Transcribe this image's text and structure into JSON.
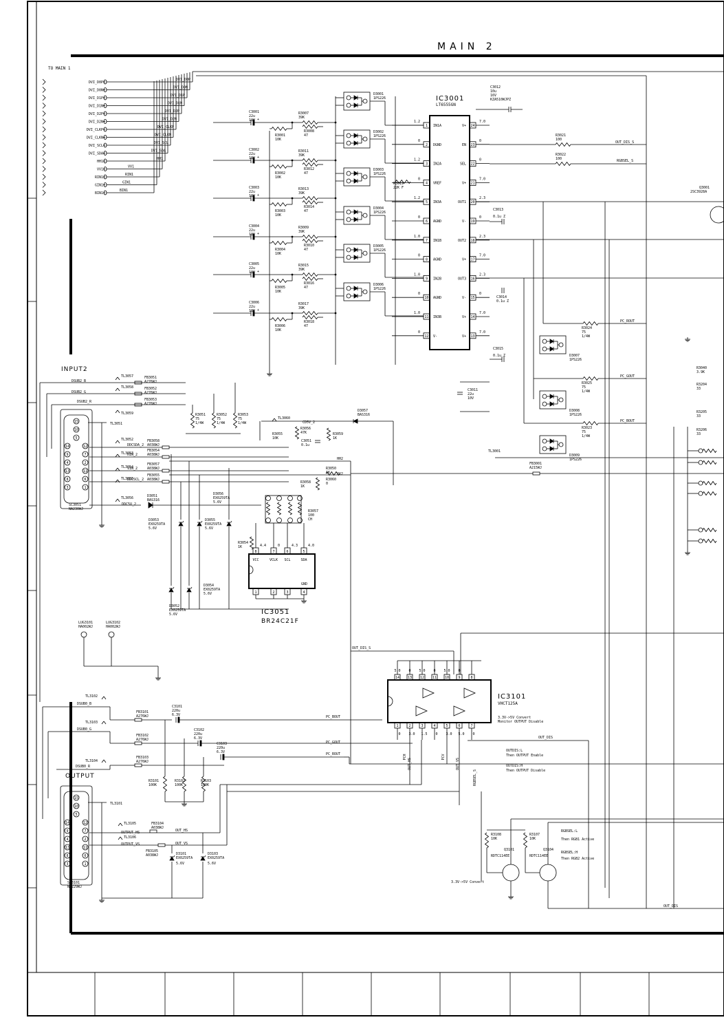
{
  "sheet": {
    "title": "MAIN 2",
    "to_main_label": "TO MAIN 1",
    "input_section": "INPUT2",
    "output_section": "OUTPUT"
  },
  "bus_signals": [
    "DVI_D0P",
    "DVI_D0N",
    "DVI_D1P",
    "DVI_D1N",
    "DVI_D2P",
    "DVI_D2N",
    "DVI_CLKP",
    "DVI_CLKN",
    "DVI_SCL",
    "DVI_SDA",
    "HH1",
    "VV1",
    "RIN1",
    "GIN1",
    "BIN1"
  ],
  "bus_inner_labels": [
    "DVI_D0P",
    "DVI_D0N",
    "DVI_D1P",
    "DVI_D1N",
    "DVI_D2P",
    "DVI_D2N",
    "DVI_CLKP",
    "DVI_CLKN",
    "DVI_SCL",
    "DVI_SDA",
    "HH1",
    "VV1",
    "RIN1",
    "GIN1",
    "BIN1"
  ],
  "ic3001": {
    "ref": "IC3001",
    "part": "LT6555GN",
    "left_pins": [
      {
        "num": "1",
        "name": "IN1A",
        "v": "1.2"
      },
      {
        "num": "2",
        "name": "DGND",
        "v": "0"
      },
      {
        "num": "3",
        "name": "IN2A",
        "v": "1.2"
      },
      {
        "num": "4",
        "name": "VREF",
        "v": "0"
      },
      {
        "num": "5",
        "name": "IN3A",
        "v": "1.2"
      },
      {
        "num": "6",
        "name": "AGND",
        "v": "0"
      },
      {
        "num": "7",
        "name": "IN1B",
        "v": "1.0"
      },
      {
        "num": "8",
        "name": "AGND",
        "v": "0"
      },
      {
        "num": "9",
        "name": "IN2B",
        "v": "1.0"
      },
      {
        "num": "10",
        "name": "AGND",
        "v": "0"
      },
      {
        "num": "11",
        "name": "IN3B",
        "v": "1.0"
      },
      {
        "num": "12",
        "name": "V-",
        "v": "0"
      }
    ],
    "right_pins": [
      {
        "num": "24",
        "name": "V+",
        "v": "7.0"
      },
      {
        "num": "23",
        "name": "EN",
        "v": "0"
      },
      {
        "num": "22",
        "name": "SEL",
        "v": "0"
      },
      {
        "num": "21",
        "name": "V+",
        "v": "7.0"
      },
      {
        "num": "20",
        "name": "OUT1",
        "v": "2.3"
      },
      {
        "num": "19",
        "name": "V-",
        "v": "0"
      },
      {
        "num": "18",
        "name": "OUT2",
        "v": "2.3"
      },
      {
        "num": "17",
        "name": "V+",
        "v": "7.0"
      },
      {
        "num": "16",
        "name": "OUT3",
        "v": "2.3"
      },
      {
        "num": "15",
        "name": "V-",
        "v": "0"
      },
      {
        "num": "14",
        "name": "V+",
        "v": "7.0"
      },
      {
        "num": "13",
        "name": "V+",
        "v": "7.0"
      }
    ]
  },
  "input_caps": [
    {
      "ref": "C3001",
      "val1": "22u",
      "val2": "10V"
    },
    {
      "ref": "C3002",
      "val1": "22u",
      "val2": "10V"
    },
    {
      "ref": "C3003",
      "val1": "22u",
      "val2": "10V"
    },
    {
      "ref": "C3004",
      "val1": "22u",
      "val2": "10V"
    },
    {
      "ref": "C3005",
      "val1": "22u",
      "val2": "10V"
    },
    {
      "ref": "C3006",
      "val1": "22u",
      "val2": "10V"
    }
  ],
  "series_res": [
    {
      "ref": "R3007",
      "val": "39K",
      "ref2": "R3008",
      "val2": "47"
    },
    {
      "ref": "R3011",
      "val": "39K",
      "ref2": "R3012",
      "val2": "47"
    },
    {
      "ref": "R3013",
      "val": "39K",
      "ref2": "R3014",
      "val2": "47"
    },
    {
      "ref": "R3009",
      "val": "39K",
      "ref2": "R3010",
      "val2": "47"
    },
    {
      "ref": "R3015",
      "val": "39K",
      "ref2": "R3016",
      "val2": "47"
    },
    {
      "ref": "R3017",
      "val": "39K",
      "ref2": "R3018",
      "val2": "47"
    }
  ],
  "shunt_res": [
    {
      "ref": "R3001",
      "val": "10K"
    },
    {
      "ref": "R3002",
      "val": "10K"
    },
    {
      "ref": "R3003",
      "val": "10K"
    },
    {
      "ref": "R3004",
      "val": "10K"
    },
    {
      "ref": "R3005",
      "val": "10K"
    },
    {
      "ref": "R3006",
      "val": "10K"
    }
  ],
  "clamp_diodes": [
    {
      "ref": "D3001",
      "part": "1PS226"
    },
    {
      "ref": "D3002",
      "part": "1PS226"
    },
    {
      "ref": "D3003",
      "part": "1PS226"
    },
    {
      "ref": "D3004",
      "part": "1PS226"
    },
    {
      "ref": "D3005",
      "part": "1PS226"
    },
    {
      "ref": "D3006",
      "part": "1PS226"
    }
  ],
  "misc": {
    "c3012": [
      "C3012",
      "10u",
      "16V",
      "KZA510WJPZ"
    ],
    "r3019": [
      "R3019",
      "22K F"
    ],
    "r3021": [
      "R3021",
      "100"
    ],
    "r3022": [
      "R3022",
      "100"
    ],
    "c3013": [
      "C3013",
      "0.1u Z"
    ],
    "c3014": [
      "C3014",
      "0.1u Z"
    ],
    "c3015": [
      "C3015",
      "0.1u Z"
    ],
    "c3011": [
      "C3011",
      "22u",
      "10V"
    ],
    "q3001": [
      "Q3001",
      "2SC3928A"
    ],
    "out_dis_s": "OUT_DIS_S",
    "rgbsel_s": "RGBSEL_S",
    "pc_rout": "PC_ROUT",
    "pc_gout": "PC_GOUT",
    "pc_bout": "PC_BOUT",
    "tl3001": "TL3001",
    "fb3001": [
      "FB3001",
      "A215WJ"
    ],
    "r3040": [
      "R3040",
      "3.9K"
    ],
    "r3204": [
      "R3204",
      "33"
    ],
    "r3205": [
      "R3205",
      "33"
    ],
    "r3206": [
      "R3206",
      "33"
    ]
  },
  "out_res": [
    {
      "ref": "R3024",
      "val": "75",
      "val2": "1/4W"
    },
    {
      "ref": "R3025",
      "val": "75",
      "val2": "1/4W"
    },
    {
      "ref": "R3023",
      "val": "75",
      "val2": "1/4W"
    }
  ],
  "out_diodes": [
    {
      "ref": "D3007",
      "part": "1PS226"
    },
    {
      "ref": "D3008",
      "part": "1PS226"
    },
    {
      "ref": "D3009",
      "part": "1PS226"
    }
  ],
  "input2": {
    "dsub_r": "DSUB2_R",
    "dsub_g": "DSUB2_G",
    "dsub_b": "DSUB2_B",
    "fb": [
      {
        "ref": "FB3051",
        "part": "A276WJ"
      },
      {
        "ref": "FB3052",
        "part": "A276WJ"
      },
      {
        "ref": "FB3053",
        "part": "A276WJ"
      }
    ],
    "tl": [
      "TL3057",
      "TL3058",
      "TL3059",
      "TL3051",
      "TL3052",
      "TL3053",
      "TL3054",
      "TL3055",
      "TL3056"
    ],
    "fb_small": [
      {
        "ref": "FB3058",
        "part": "A038WJ",
        "net": "DDCSDA_2"
      },
      {
        "ref": "FB3054",
        "part": "A038WJ",
        "net": "HIN_2"
      },
      {
        "ref": "FB3057",
        "part": "A038WJ",
        "net": "VIN_2"
      },
      {
        "ref": "FB3055",
        "part": "A038WJ",
        "net": "DDCSCL_2"
      }
    ],
    "ddc5v": "DDC5V_2",
    "connector": [
      "SC3051",
      "NA230WJ"
    ],
    "term_res": [
      {
        "ref": "R3051",
        "val": "75",
        "val2": "1/4W"
      },
      {
        "ref": "R3052",
        "val": "75",
        "val2": "1/4W"
      },
      {
        "ref": "R3053",
        "val": "75",
        "val2": "1/4W"
      }
    ],
    "d3051": [
      "D3051",
      "BAS316"
    ],
    "d3057": [
      "D3057",
      "BAS316"
    ],
    "zeners": [
      {
        "ref": "D3053",
        "part": "EX0259TA",
        "v": "5.6V"
      },
      {
        "ref": "D3055",
        "part": "EX0259TA",
        "v": "5.6V"
      },
      {
        "ref": "D3056",
        "part": "EX0259TA",
        "v": "5.6V"
      },
      {
        "ref": "D3054",
        "part": "EX0259TA",
        "v": "5.6V"
      },
      {
        "ref": "D3052",
        "part": "EX0259TA",
        "v": "5.6V"
      }
    ],
    "tl3060": "TL3060",
    "cd5v": "CD5V_2",
    "r3055": [
      "R3055",
      "10K"
    ],
    "r3056": [
      "R3056",
      "47K"
    ],
    "c3051": [
      "C3051",
      "0.1u"
    ],
    "r3059": [
      "R3059",
      "1K"
    ],
    "r3050": [
      "R3050",
      "1K"
    ],
    "r3060": [
      "R3060",
      "0"
    ],
    "r3058": [
      "R3058",
      "1K"
    ],
    "r3057": [
      "R3057",
      "100",
      "CH"
    ],
    "r3054": [
      "R3054",
      "1K"
    ],
    "hh2": "HH2",
    "vv2": "VV2"
  },
  "ic3051": {
    "ref": "IC3051",
    "part": "BR24C21F",
    "top_pins": [
      {
        "num": "8",
        "name": "VCC",
        "v": "4.4"
      },
      {
        "num": "7",
        "name": "VCLK",
        "v": "0"
      },
      {
        "num": "6",
        "name": "SCL",
        "v": "4.3"
      },
      {
        "num": "5",
        "name": "SDA",
        "v": "4.0"
      }
    ],
    "bottom_pins": [
      "1",
      "2",
      "3",
      "4"
    ],
    "gnd": "GND"
  },
  "lugs": [
    {
      "ref": "LUG3101",
      "part": "HA002WJ"
    },
    {
      "ref": "LUG3102",
      "part": "HA002WJ"
    }
  ],
  "ic3101": {
    "ref": "IC3101",
    "part": "VHCT125A",
    "top_pins": [
      {
        "num": "14",
        "v": "5.0"
      },
      {
        "num": "13",
        "v": "0"
      },
      {
        "num": "12",
        "v": "5.0"
      },
      {
        "num": "11",
        "v": "0"
      },
      {
        "num": "10",
        "v": "5.0"
      },
      {
        "num": "9",
        "v": "0"
      },
      {
        "num": "8",
        "v": ""
      }
    ],
    "bottom_pins": [
      {
        "num": "1",
        "v": "0"
      },
      {
        "num": "2",
        "v": "3.0"
      },
      {
        "num": "3",
        "v": "1.5"
      },
      {
        "num": "4",
        "v": "0"
      },
      {
        "num": "5",
        "v": "3.0"
      },
      {
        "num": "6",
        "v": "5.0"
      },
      {
        "num": "7",
        "v": "0"
      }
    ],
    "note1": "3.3V->5V Convert",
    "note2": "Monitor OUTPUT Disable",
    "out_dis_s": "OUT_DIS_S",
    "out_dis": "OUT_DIS",
    "logic1": "OUTDIS:L",
    "logic2": "Then OUTPUT Enable",
    "logic3": "OUTDIS:H",
    "logic4": "Then OUTPUT Disable",
    "bottom_nets": [
      "0",
      "OUT_HS",
      "OUT_VS"
    ],
    "vert_nets": [
      "PCH",
      "PCV",
      "RGBSEL_S"
    ]
  },
  "output": {
    "dsub_b": "DSUB0_B",
    "dsub_g": "DSUB0_G",
    "dsub_r": "DSUB0_R",
    "tl": [
      "TL3102",
      "TL3103",
      "TL3104",
      "TL3101",
      "TL3105",
      "TL3106"
    ],
    "fb": [
      {
        "ref": "FB3101",
        "part": "A276WJ"
      },
      {
        "ref": "FB3102",
        "part": "A276WJ"
      },
      {
        "ref": "FB3103",
        "part": "A276WJ"
      }
    ],
    "caps": [
      {
        "ref": "C3101",
        "val1": "220u",
        "val2": "6.3V"
      },
      {
        "ref": "C3102",
        "val1": "220u",
        "val2": "6.3V"
      },
      {
        "ref": "C3103",
        "val1": "220u",
        "val2": "6.3V"
      }
    ],
    "pulldown": [
      {
        "ref": "R3101",
        "val": "100K"
      },
      {
        "ref": "R3102",
        "val": "100K"
      },
      {
        "ref": "R3103",
        "val": "100K"
      }
    ],
    "pc_bout": "PC_BOUT",
    "pc_gout": "PC_GOUT",
    "pc_rout": "PC_ROUT",
    "fb3104": [
      "FB3104",
      "A038WJ"
    ],
    "fb3105": [
      "FB3105",
      "A038WJ"
    ],
    "output_hs": "OUTPUT_HS",
    "output_vs": "OUTPUT_VS",
    "out_hs": "OUT_HS",
    "out_vs": "OUT_VS",
    "zeners": [
      {
        "ref": "D3101",
        "part": "EX0259TA",
        "v": "5.6V"
      },
      {
        "ref": "D3103",
        "part": "EX0259TA",
        "v": "5.6V"
      }
    ],
    "connector": [
      "SC3101",
      "NA229WJ"
    ]
  },
  "switch": {
    "r3108": [
      "R3108",
      "10K"
    ],
    "r3107": [
      "R3107",
      "10K"
    ],
    "q3101": [
      "Q3101",
      "RDTC114EE"
    ],
    "q3104": [
      "Q3104",
      "RDTC114EE"
    ],
    "rgbsel1": "RGBSEL:L",
    "rgbsel1b": "Then RGB1 Active",
    "rgbsel2": "RGBSEL:H",
    "rgbsel2b": "Then RGB2 Active",
    "convert": "3.3V->5V Convert",
    "out_dis": "OUT_DIS"
  },
  "dsub_pins": [
    "15",
    "10",
    "5",
    "14",
    "9",
    "4",
    "13",
    "8",
    "3",
    "12",
    "7",
    "2",
    "11",
    "6",
    "1"
  ],
  "colors": {
    "ink": "#000000",
    "paper": "#ffffff"
  }
}
